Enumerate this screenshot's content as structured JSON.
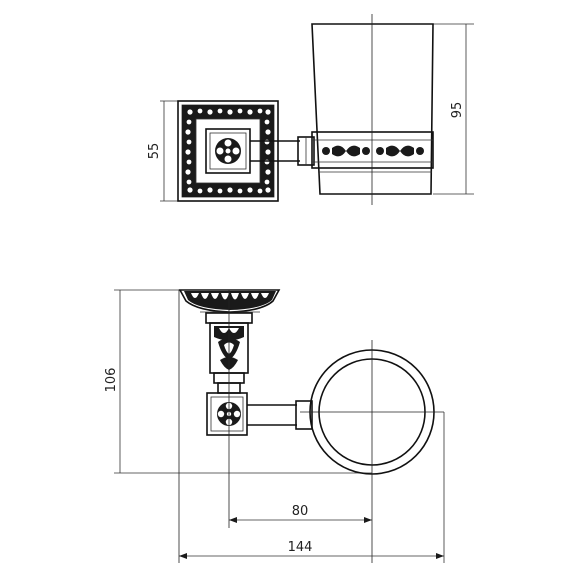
{
  "dimensions": {
    "top_height": "95",
    "top_plate": "55",
    "side_height": "106",
    "side_depth": "80",
    "side_width": "144"
  },
  "colors": {
    "line": "#222222",
    "ornament": "#1a1a1a",
    "background": "#ffffff"
  }
}
